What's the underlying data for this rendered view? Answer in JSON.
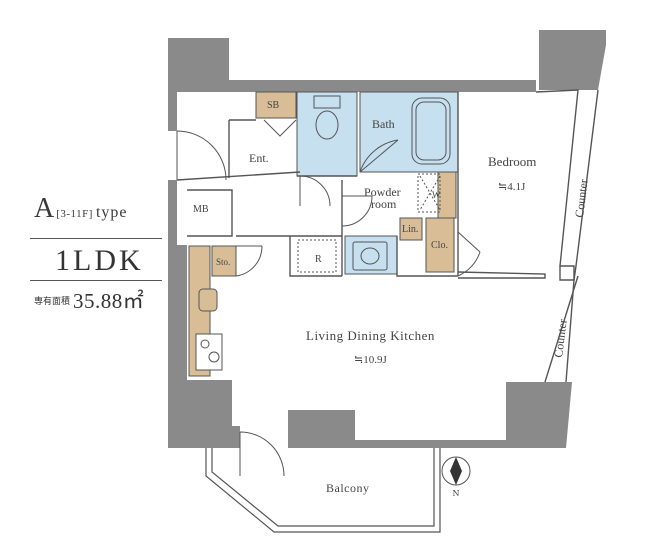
{
  "unit_info": {
    "type_letter": "A",
    "floors": "[3-11F]",
    "type_word": "type",
    "layout": "1LDK",
    "area_label": "専有面積",
    "area_value": "35.88㎡"
  },
  "rooms": {
    "sb": "SB",
    "bath": "Bath",
    "entrance": "Ent.",
    "bedroom": "Bedroom",
    "bedroom_size": "≒4.1J",
    "counter_upper": "Counter",
    "counter_lower": "Counter",
    "mb": "MB",
    "powder_room_line1": "Powder",
    "powder_room_line2": "room",
    "w": "W",
    "linen": "Lin.",
    "closet": "Clo.",
    "storage": "Sto.",
    "refrigerator": "R",
    "ldk": "Living Dining Kitchen",
    "ldk_size": "≒10.9J",
    "balcony": "Balcony"
  },
  "compass": {
    "label": "N"
  },
  "colors": {
    "structure": "#8a8a8a",
    "wet_area": "#c7e0ef",
    "storage": "#d8bd97",
    "wall": "#555555",
    "text": "#444444"
  }
}
